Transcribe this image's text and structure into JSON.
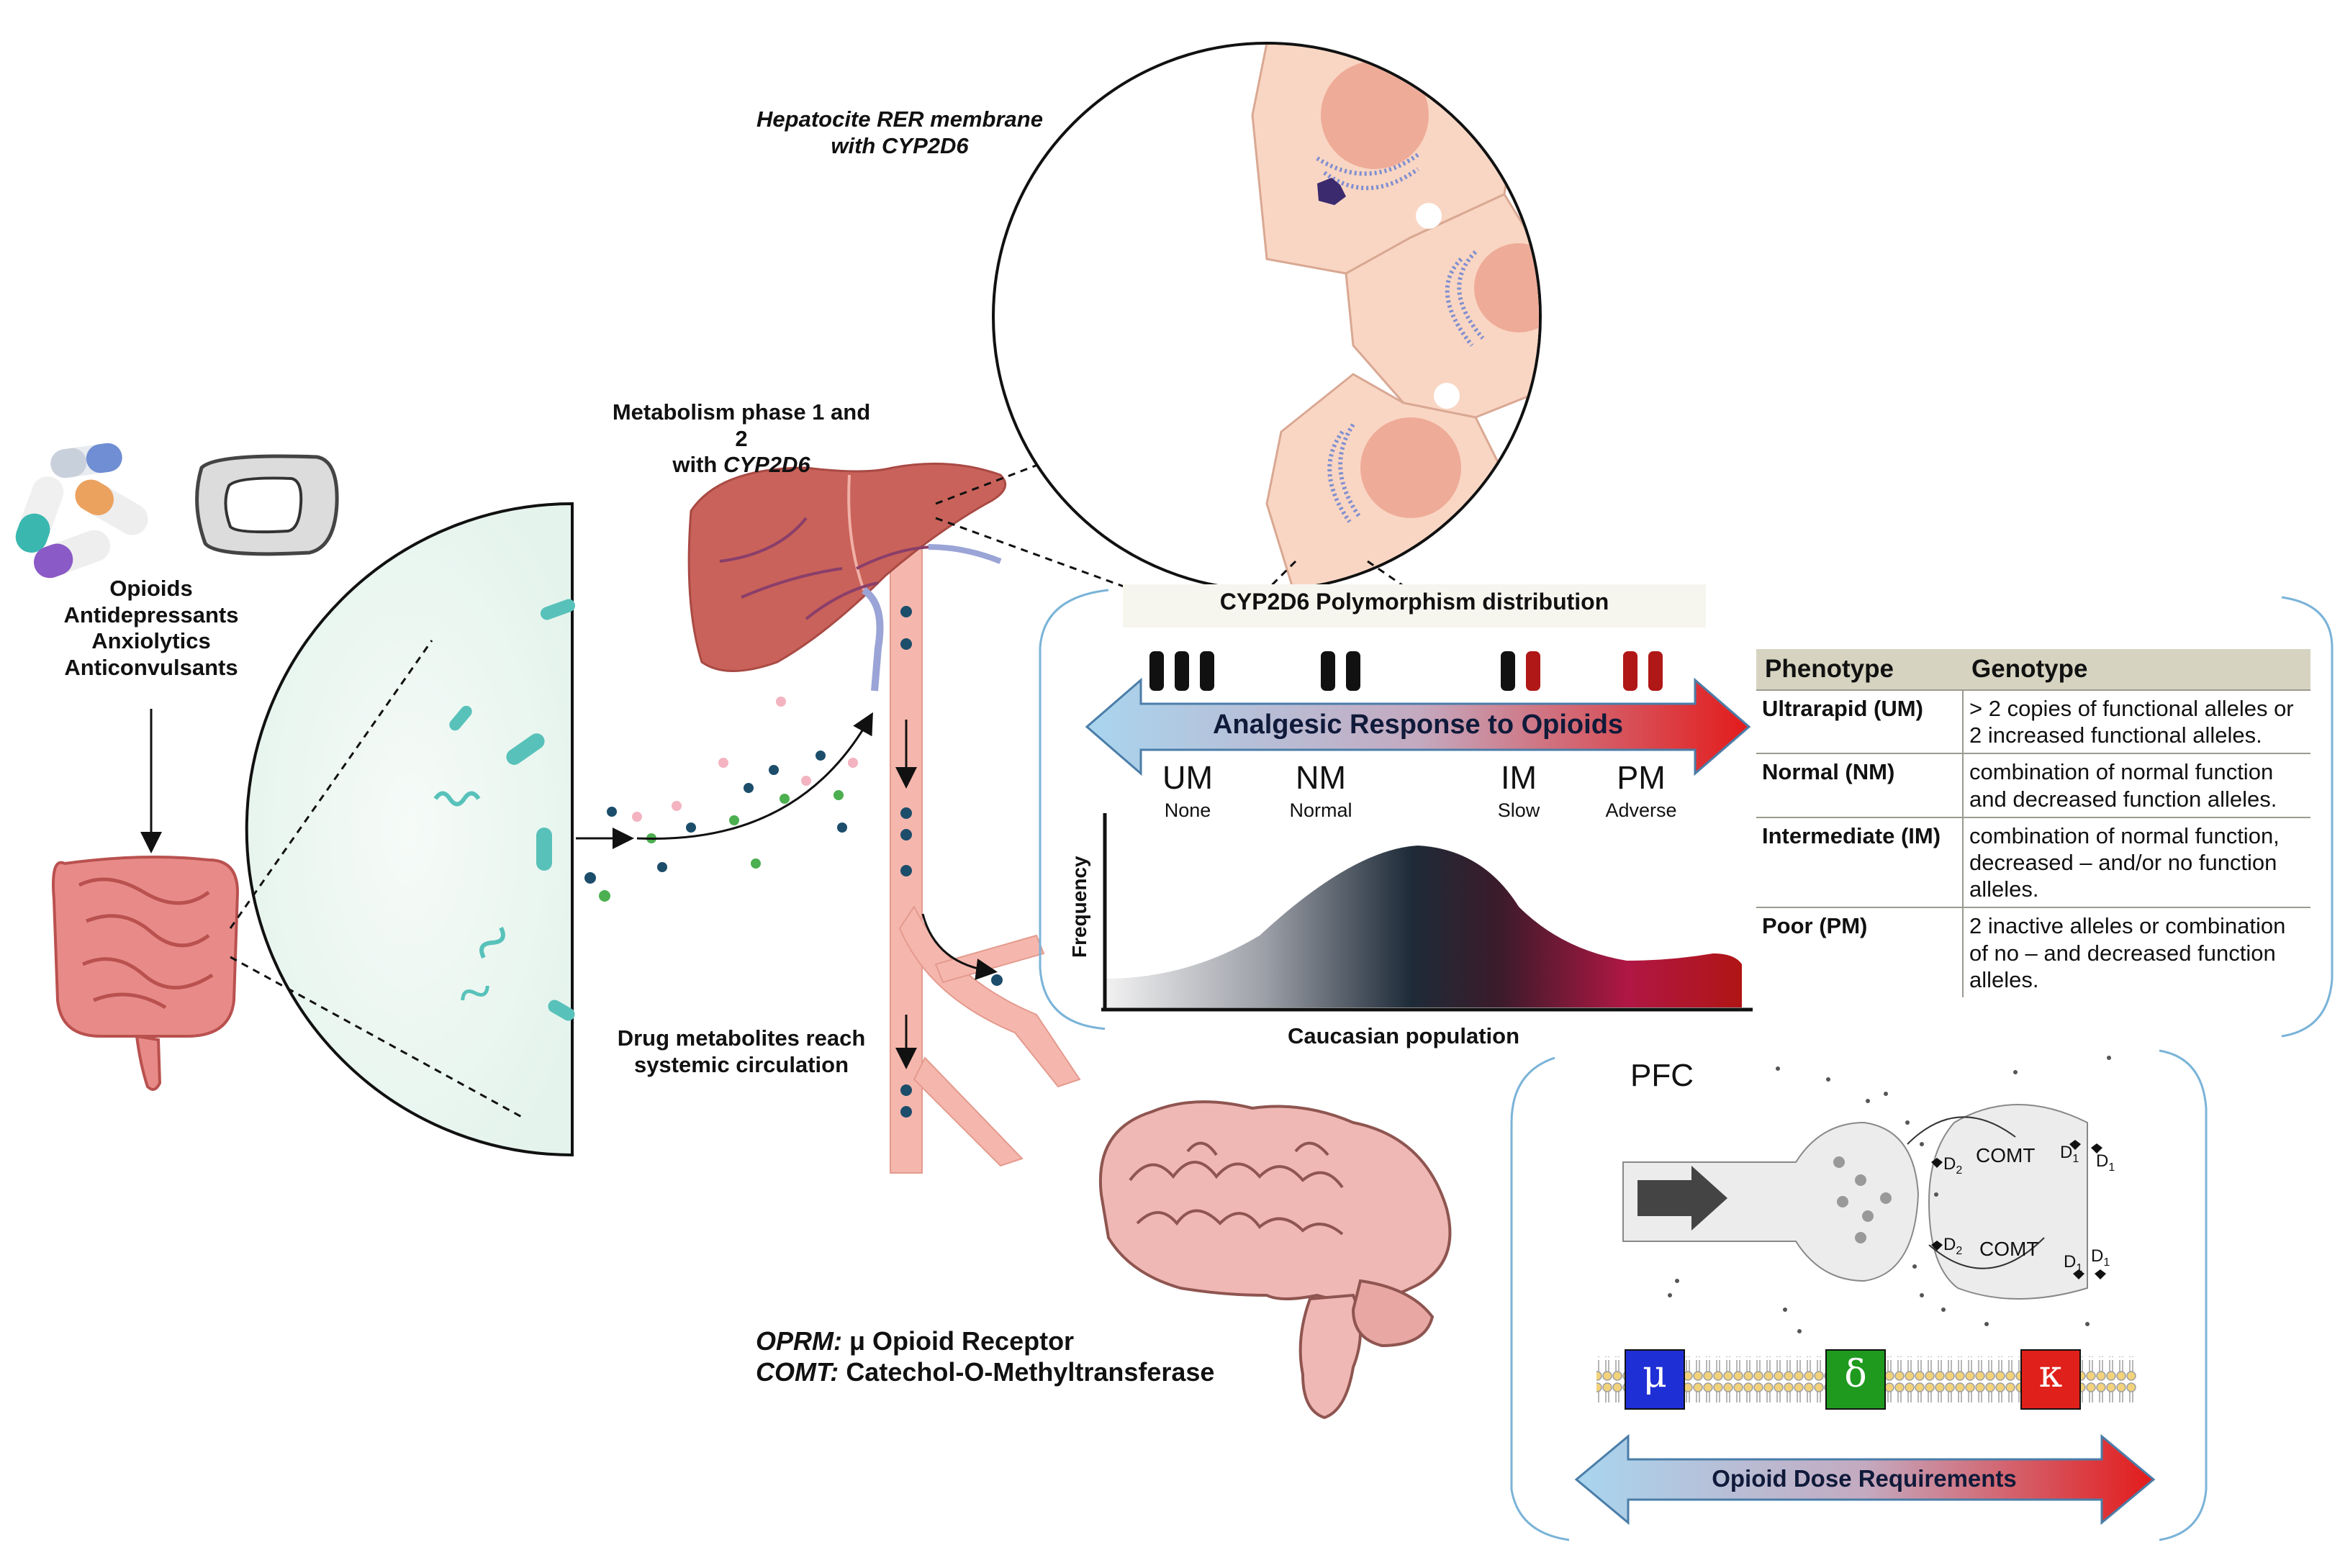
{
  "drugs": {
    "classes": [
      "Opioids",
      "Antidepressants",
      "Anxiolytics",
      "Anticonvulsants"
    ]
  },
  "liver": {
    "metabolism_label": "Metabolism phase 1 and 2",
    "with_prefix": "with",
    "enzyme": "CYP2D6"
  },
  "hepatocyte": {
    "label_line1": "Hepatocite  RER membrane",
    "label_line2_prefix": "with",
    "enzyme": "CYP2D6"
  },
  "circulation": {
    "label_line1": "Drug metabolites reach",
    "label_line2": "systemic circulation"
  },
  "genes": {
    "oprm_name": "OPRM:",
    "oprm_desc": "μ Opioid Receptor",
    "comt_name": "COMT:",
    "comt_desc": "Catechol-O-Methyltransferase"
  },
  "polymorphism": {
    "title": "CYP2D6 Polymorphism distribution",
    "arrow_label": "Analgesic Response to Opioids",
    "phenotypes": [
      {
        "code": "UM",
        "desc": "None"
      },
      {
        "code": "NM",
        "desc": "Normal"
      },
      {
        "code": "IM",
        "desc": "Slow"
      },
      {
        "code": "PM",
        "desc": "Adverse"
      }
    ],
    "y_axis": "Frequency",
    "x_axis": "Caucasian population"
  },
  "phenotype_table": {
    "headers": [
      "Phenotype",
      "Genotype"
    ],
    "rows": [
      {
        "phenotype": "Ultrarapid (UM)",
        "genotype": "> 2 copies of functional alleles or 2 increased functional alleles."
      },
      {
        "phenotype": "Normal (NM)",
        "genotype": "combination of normal function and decreased function alleles."
      },
      {
        "phenotype": "Intermediate (IM)",
        "genotype": "combination of normal function, decreased – and/or no function alleles."
      },
      {
        "phenotype": "Poor (PM)",
        "genotype": "2 inactive alleles or combination of no – and decreased function alleles."
      }
    ]
  },
  "pfc": {
    "label": "PFC",
    "comt1": "COMT",
    "comt2": "COMT",
    "d2": "D",
    "d1": "D",
    "sub2": "2",
    "sub1": "1",
    "receptors": [
      "μ",
      "δ",
      "κ"
    ],
    "receptor_colors": [
      "#1f2fd6",
      "#1f9a1f",
      "#e0201a"
    ],
    "arrow_label": "Opioid Dose Requirements"
  },
  "colors": {
    "arrow_blue": "#a8d4ee",
    "arrow_red": "#e01b1b",
    "allele_black": "#111111",
    "allele_red": "#b01717",
    "liver": "#c9625a",
    "vessel": "#f3b2a8",
    "panel_border": "#7ab3d8"
  }
}
